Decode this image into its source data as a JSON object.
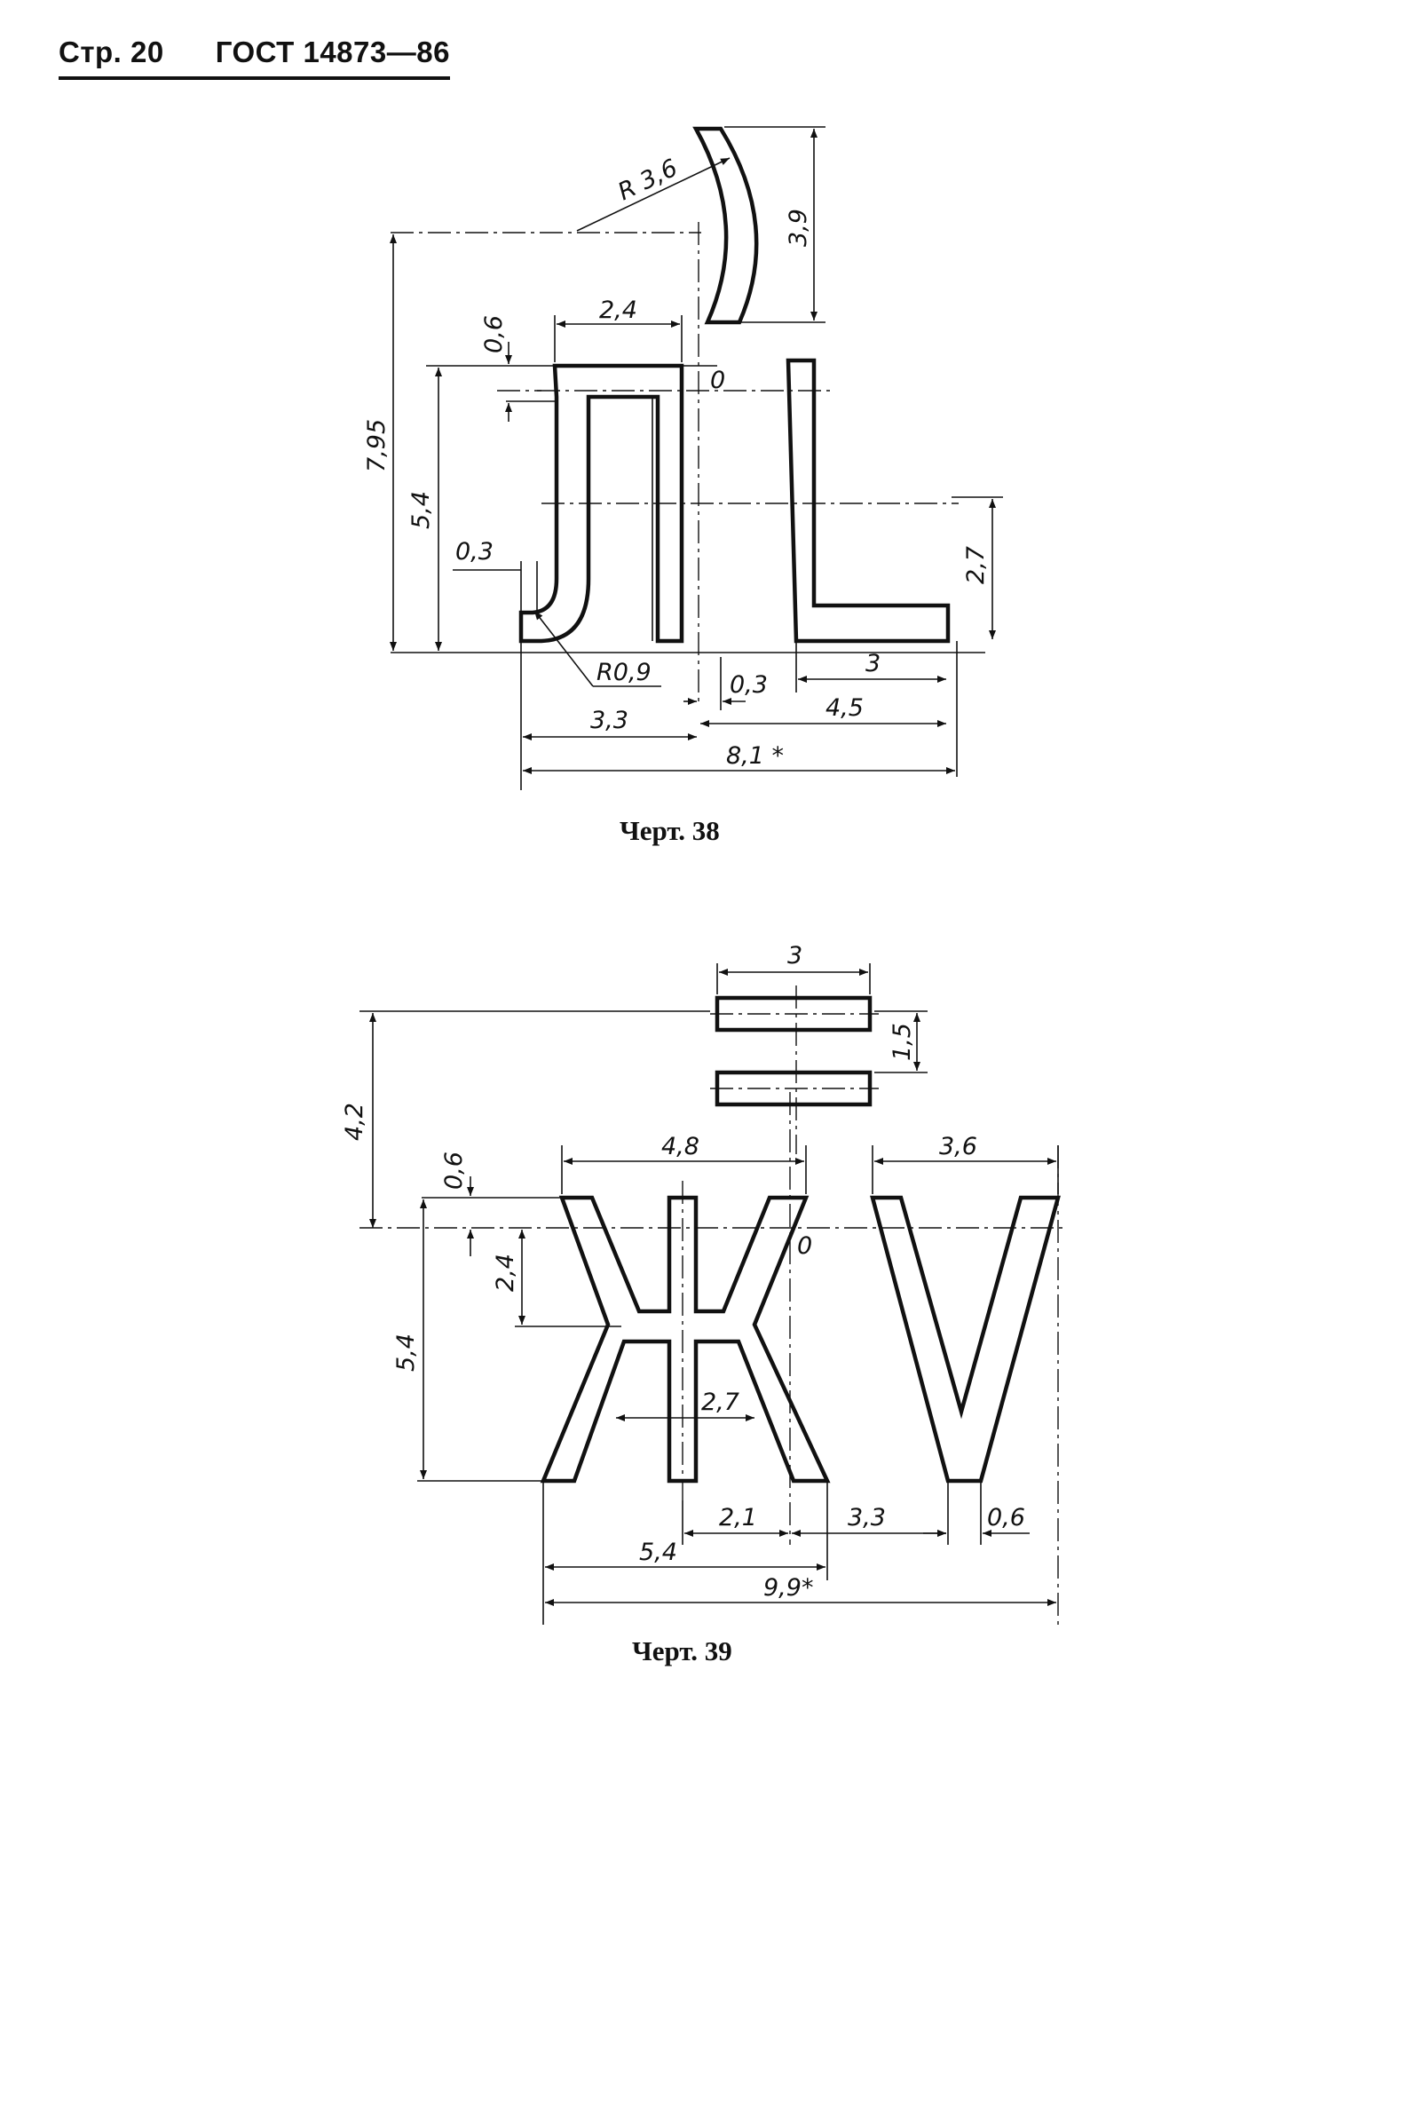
{
  "header": {
    "page_label": "Стр. 20",
    "standard": "ГОСТ 14873—86"
  },
  "figure38": {
    "caption": "Черт. 38",
    "dims": {
      "r36": "R 3,6",
      "d39": "3,9",
      "d24": "2,4",
      "d06": "0,6",
      "zero": "0",
      "d795": "7,95",
      "d54": "5,4",
      "d03a": "0,3",
      "d27": "2,7",
      "r09": "R0,9",
      "d3": "3",
      "d33": "3,3",
      "d03b": "0,3",
      "d45": "4,5",
      "d81": "8,1 *"
    }
  },
  "figure39": {
    "caption": "Черт. 39",
    "dims": {
      "d3": "3",
      "d15": "1,5",
      "d42": "4,2",
      "d48": "4,8",
      "d36": "3,6",
      "d06a": "0,6",
      "zero": "0",
      "d24": "2,4",
      "d54a": "5,4",
      "d27": "2,7",
      "d21": "2,1",
      "d33": "3,3",
      "d06b": "0,6",
      "d54b": "5,4",
      "d99": "9,9*"
    }
  }
}
